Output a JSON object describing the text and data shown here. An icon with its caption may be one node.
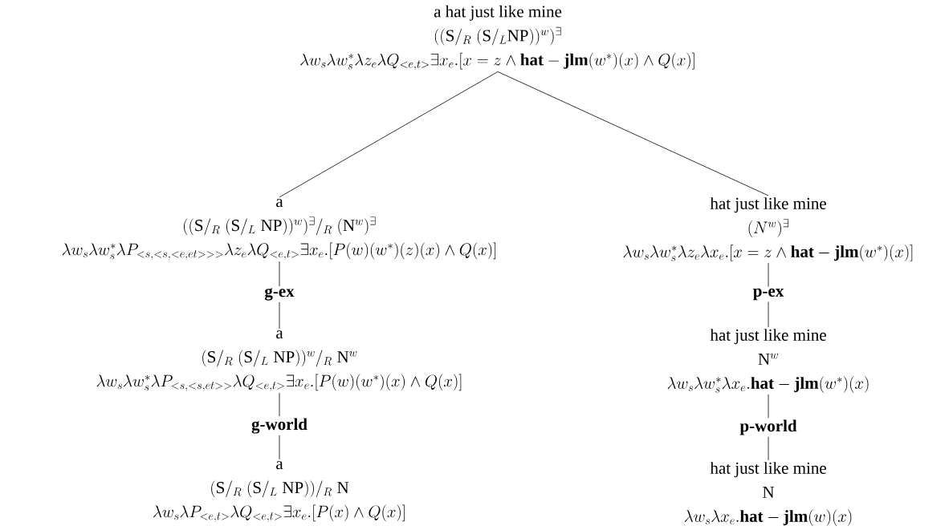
{
  "diagram": {
    "nodes": [
      {
        "text": [
          "a hat just like mine",
          "((\\mathrm{S}/_{R}\\;(\\mathrm{S}/_{L}\\mathrm{NP}))^{w})^{\\exists}",
          "\\lambda w_s\\lambda w_s^{*}\\lambda z_e\\lambda Q_{<e,t>}\\exists x_e.[x=z\\wedge\\mathbf{hat}-\\mathbf{jlm}(w^{*})(x)\\wedge Q(x)]"
        ]
      },
      {
        "text": [
          "a",
          "((\\mathrm{S}/_{R}\\;(\\mathrm{S}/_{L}\\;\\mathrm{NP}))^{w})^{\\exists}/_{R}\\;(\\mathrm{N}^{w})^{\\exists}",
          "\\lambda w_s\\lambda w_s^{*}\\lambda P_{<s,<s,<e,et>>>}\\lambda z_e\\lambda Q_{<e,t>}\\exists x_e.[P(w)(w^{*})(z)(x)\\wedge Q(x)]"
        ]
      },
      {
        "text": [
          "hat just like mine",
          "(N^{w})^{\\exists}",
          "\\lambda w_s\\lambda w_s^{*}\\lambda z_e\\lambda x_e.[x=z\\wedge\\mathbf{hat}-\\mathbf{jlm}(w^{*})(x)]"
        ]
      },
      {
        "text": [
          "g-ex"
        ]
      },
      {
        "text": [
          "p-ex"
        ]
      },
      {
        "text": [
          "a",
          "(\\mathrm{S}/_{R}\\;(\\mathrm{S}/_{L}\\;\\mathrm{NP}))^{w}/_{R}\\;\\mathrm{N}^{w}",
          "\\lambda w_s\\lambda w_s^{*}\\lambda P_{<s,<s,et>>}\\lambda Q_{<e,t>}\\exists x_e.[P(w)(w^{*})(x)\\wedge Q(x)]"
        ]
      },
      {
        "text": [
          "hat just like mine",
          "\\mathrm{N}^{w}",
          "\\lambda w_s\\lambda w_s^{*}\\lambda x_e.\\mathbf{hat}-\\mathbf{jlm}(w^{*})(x)"
        ]
      },
      {
        "text": [
          "g-world"
        ]
      },
      {
        "text": [
          "p-world"
        ]
      },
      {
        "text": [
          "a",
          "(\\mathrm{S}/_{R}\\;(\\mathrm{S}/_{L}\\;\\mathrm{NP}))/_{R}\\;\\mathrm{N}",
          "\\lambda w_s\\lambda P_{<e,t>}\\lambda Q_{<e,t>}\\exists x_e.[P(x)\\wedge Q(x)]"
        ]
      },
      {
        "text": [
          "hat just like mine",
          "\\mathrm{N}",
          "\\lambda w_s\\lambda x_e.\\mathbf{hat}-\\mathbf{jlm}(w)(x)"
        ]
      }
    ],
    "edges": [
      {
        "from": 0,
        "to": 1,
        "arrow": "none"
      },
      {
        "from": 0,
        "to": 2,
        "arrow": "none"
      },
      {
        "from": 1,
        "to": 3,
        "arrow": "none"
      },
      {
        "from": 2,
        "to": 4,
        "arrow": "none"
      },
      {
        "from": 3,
        "to": 5,
        "arrow": "none"
      },
      {
        "from": 4,
        "to": 6,
        "arrow": "none"
      },
      {
        "from": 5,
        "to": 7,
        "arrow": "none"
      },
      {
        "from": 6,
        "to": 8,
        "arrow": "none"
      },
      {
        "from": 7,
        "to": 9,
        "arrow": "none"
      },
      {
        "from": 8,
        "to": 10,
        "arrow": "none"
      }
    ]
  }
}
